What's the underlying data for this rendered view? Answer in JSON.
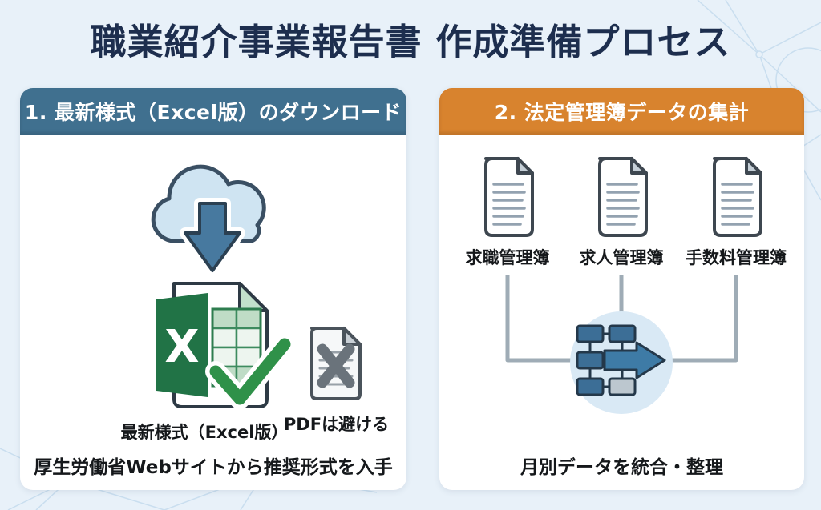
{
  "title": "職業紹介事業報告書 作成準備プロセス",
  "colors": {
    "background": "#E8F1F9",
    "pattern_line": "#C9DEEF",
    "title_text": "#1D2E4E",
    "panel_bg": "#FFFFFF",
    "step1_header_bg": "#40708F",
    "step2_header_bg": "#D8832E",
    "header_text": "#FFFFFF",
    "body_text": "#15181B",
    "connector_gray": "#9FACB6",
    "steel_blue_accent": "#47799F",
    "excel_green": "#217346",
    "check_green": "#2F9149",
    "pdf_gray": "#6A737B",
    "process_circle_bg": "#D9E9F5"
  },
  "step1": {
    "header": "1. 最新様式（Excel版）のダウンロード",
    "icons": [
      "cloud-download-icon",
      "excel-file-check-icon",
      "pdf-rejected-icon"
    ],
    "excel_caption": "最新様式（Excel版）",
    "pdf_caption": "PDFは避ける",
    "footer": "厚生労働省Webサイトから推奨形式を入手"
  },
  "step2": {
    "header": "2. 法定管理簿データの集計",
    "icons": [
      "document-icon",
      "merge-process-icon"
    ],
    "documents": [
      {
        "label": "求職管理簿"
      },
      {
        "label": "求人管理簿"
      },
      {
        "label": "手数料管理簿"
      }
    ],
    "footer": "月別データを統合・整理"
  }
}
